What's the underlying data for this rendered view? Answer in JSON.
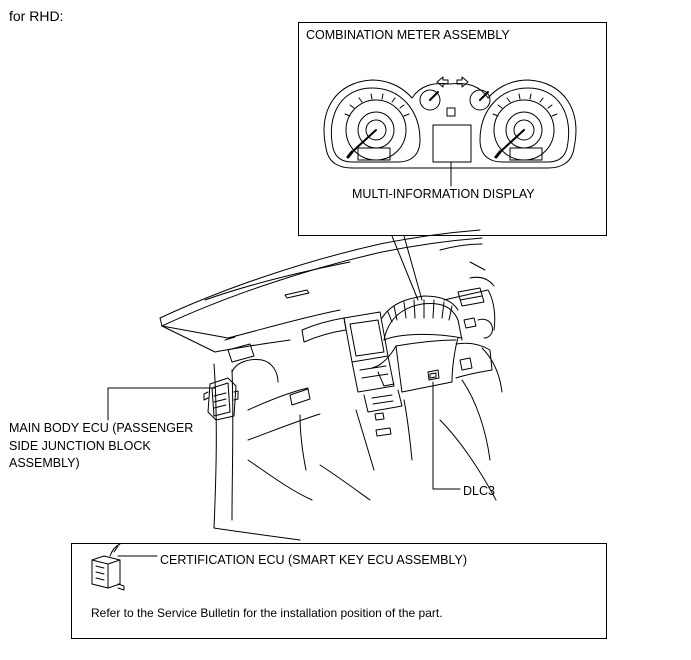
{
  "heading": "for RHD:",
  "labels": {
    "combination_meter": "COMBINATION METER ASSEMBLY",
    "multi_info_display": "MULTI-INFORMATION DISPLAY",
    "main_body_ecu": "MAIN BODY ECU (PASSENGER SIDE JUNCTION BLOCK ASSEMBLY)",
    "dlc3": "DLC3",
    "certification_ecu": "CERTIFICATION ECU (SMART KEY ECU ASSEMBLY)",
    "reference_note": "Refer to the Service Bulletin for the installation position of the part."
  }
}
